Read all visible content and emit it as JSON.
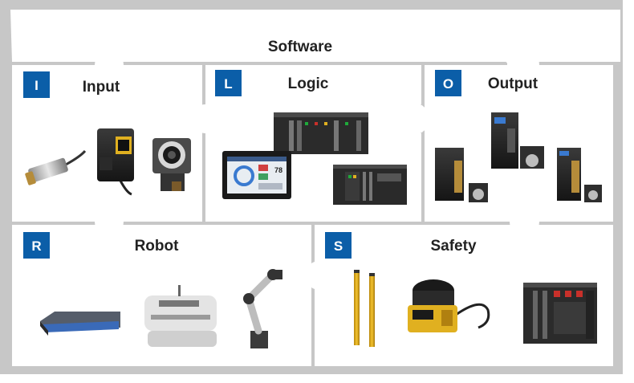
{
  "software": {
    "label": "Software"
  },
  "colors": {
    "frame": "#c7c7c7",
    "panel": "#ffffff",
    "badge": "#0b5ea8",
    "title": "#222222"
  },
  "pieces": [
    {
      "id": "input",
      "badge": "I",
      "title": "Input",
      "products": [
        "proximity-sensor",
        "photoelectric-sensor",
        "vision-camera"
      ]
    },
    {
      "id": "logic",
      "badge": "L",
      "title": "Logic",
      "products": [
        "hmi-touch-panel",
        "plc-rack",
        "machine-controller"
      ]
    },
    {
      "id": "output",
      "badge": "O",
      "title": "Output",
      "products": [
        "servo-drive",
        "servo-motor"
      ]
    },
    {
      "id": "robot",
      "badge": "R",
      "title": "Robot",
      "products": [
        "mobile-robot-platform",
        "autonomous-mobile-robot",
        "collaborative-robot-arm"
      ]
    },
    {
      "id": "safety",
      "badge": "S",
      "title": "Safety",
      "products": [
        "safety-light-curtain",
        "safety-laser-scanner",
        "safety-controller"
      ]
    }
  ],
  "hmi": {
    "readout": "78"
  }
}
